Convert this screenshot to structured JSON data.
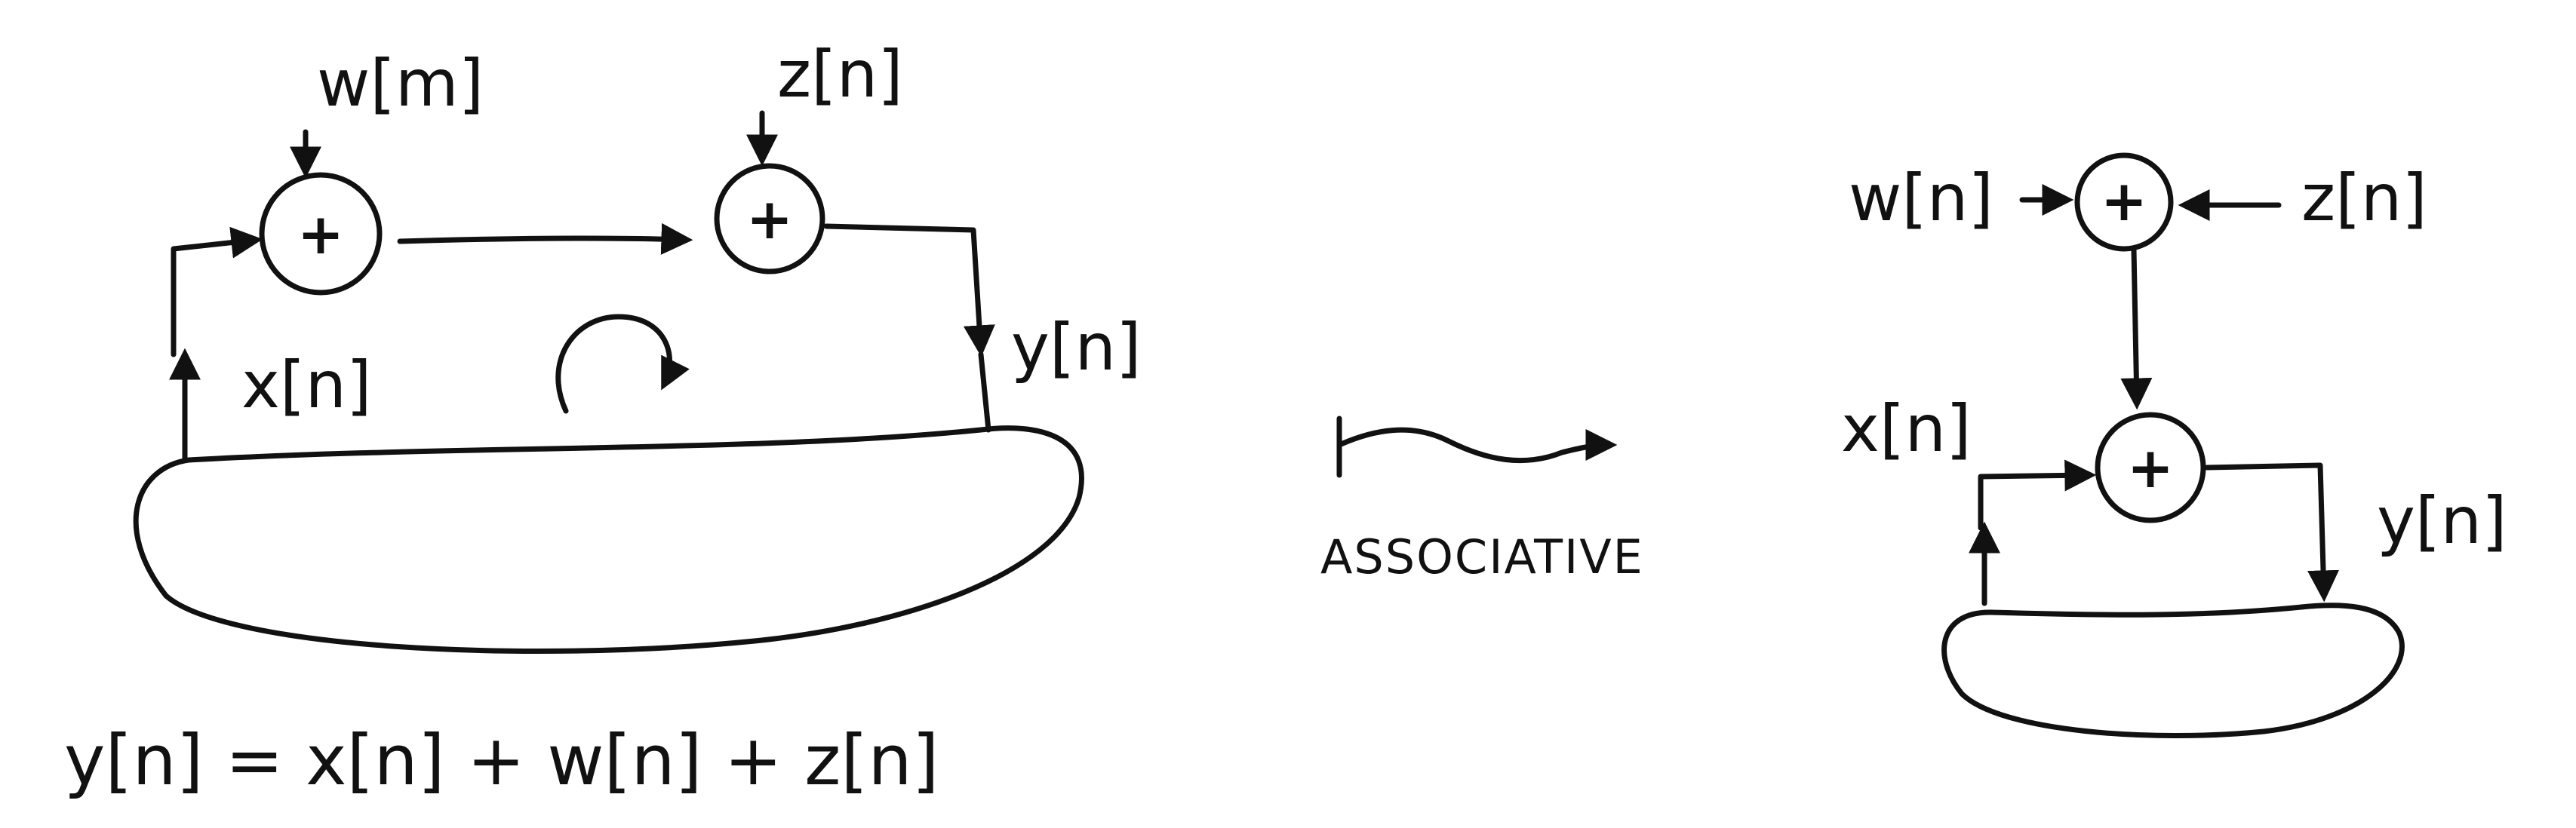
{
  "left_diagram": {
    "input_x": "x[n]",
    "input_w": "w[m]",
    "input_z": "z[n]",
    "output_y": "y[n]",
    "adder_symbol": "+"
  },
  "transform": {
    "label": "ASSOCIATIVE"
  },
  "right_diagram": {
    "input_w": "w[n]",
    "input_z": "z[n]",
    "input_x": "x[n]",
    "output_y": "y[n]",
    "adder_symbol": "+"
  },
  "equation": {
    "text": "y[n] = x[n] + w[n] + z[n]"
  }
}
